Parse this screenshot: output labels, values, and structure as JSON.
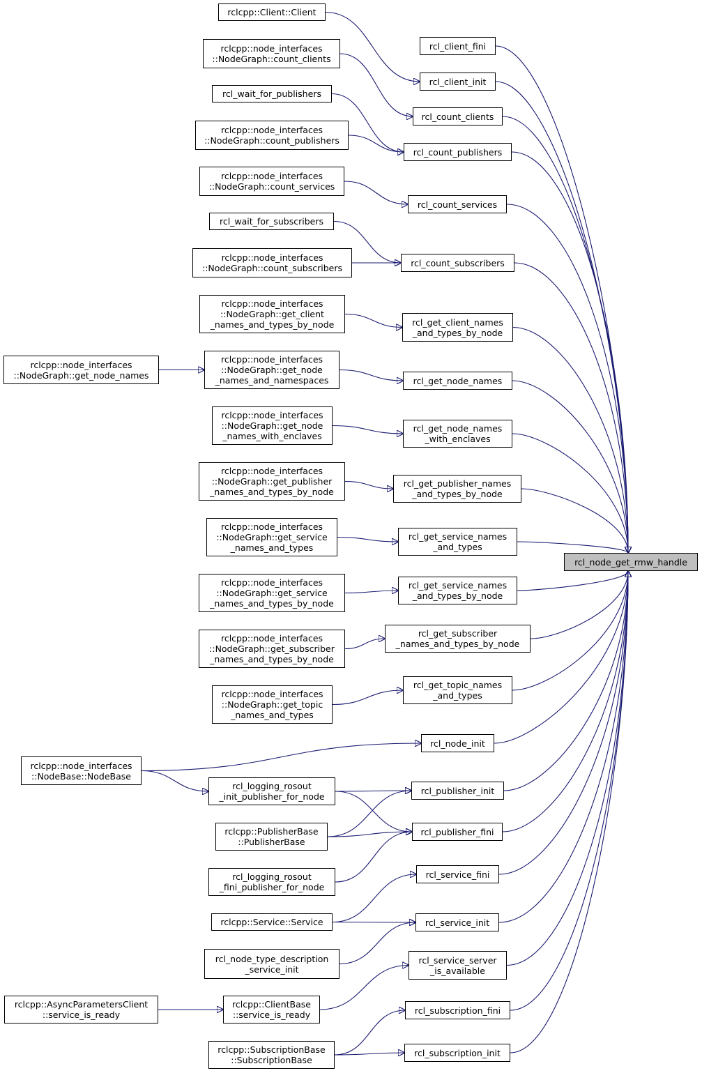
{
  "diagram": {
    "colors": {
      "edge": "#191970",
      "node_border": "#000000",
      "node_fill": "#ffffff",
      "target_fill": "#bfbfbf"
    },
    "target": {
      "label": "rcl_node_get_rmw_handle"
    },
    "nodes": {
      "client_ctor": [
        "rclcpp::Client::Client"
      ],
      "ng_count_clients": [
        "rclcpp::node_interfaces",
        "::NodeGraph::count_clients"
      ],
      "wait_for_publishers": [
        "rcl_wait_for_publishers"
      ],
      "ng_count_publishers": [
        "rclcpp::node_interfaces",
        "::NodeGraph::count_publishers"
      ],
      "ng_count_services": [
        "rclcpp::node_interfaces",
        "::NodeGraph::count_services"
      ],
      "wait_for_subscribers": [
        "rcl_wait_for_subscribers"
      ],
      "ng_count_subscribers": [
        "rclcpp::node_interfaces",
        "::NodeGraph::count_subscribers"
      ],
      "ng_get_client_names": [
        "rclcpp::node_interfaces",
        "::NodeGraph::get_client",
        "_names_and_types_by_node"
      ],
      "ng_get_node_names": [
        "rclcpp::node_interfaces",
        "::NodeGraph::get_node_names"
      ],
      "ng_get_node_names_ns": [
        "rclcpp::node_interfaces",
        "::NodeGraph::get_node",
        "_names_and_namespaces"
      ],
      "ng_get_node_names_enc": [
        "rclcpp::node_interfaces",
        "::NodeGraph::get_node",
        "_names_with_enclaves"
      ],
      "ng_get_pub_names": [
        "rclcpp::node_interfaces",
        "::NodeGraph::get_publisher",
        "_names_and_types_by_node"
      ],
      "ng_get_srv_names": [
        "rclcpp::node_interfaces",
        "::NodeGraph::get_service",
        "_names_and_types"
      ],
      "ng_get_srv_names_node": [
        "rclcpp::node_interfaces",
        "::NodeGraph::get_service",
        "_names_and_types_by_node"
      ],
      "ng_get_sub_names": [
        "rclcpp::node_interfaces",
        "::NodeGraph::get_subscriber",
        "_names_and_types_by_node"
      ],
      "ng_get_topic_names": [
        "rclcpp::node_interfaces",
        "::NodeGraph::get_topic",
        "_names_and_types"
      ],
      "nodebase": [
        "rclcpp::node_interfaces",
        "::NodeBase::NodeBase"
      ],
      "rosout_init": [
        "rcl_logging_rosout",
        "_init_publisher_for_node"
      ],
      "publisherbase": [
        "rclcpp::PublisherBase",
        "::PublisherBase"
      ],
      "rosout_fini": [
        "rcl_logging_rosout",
        "_fini_publisher_for_node"
      ],
      "service_ctor": [
        "rclcpp::Service::Service"
      ],
      "type_desc_init": [
        "rcl_node_type_description",
        "_service_init"
      ],
      "async_params": [
        "rclcpp::AsyncParametersClient",
        "::service_is_ready"
      ],
      "clientbase": [
        "rclcpp::ClientBase",
        "::service_is_ready"
      ],
      "subscriptionbase": [
        "rclcpp::SubscriptionBase",
        "::SubscriptionBase"
      ],
      "rcl_client_fini": [
        "rcl_client_fini"
      ],
      "rcl_client_init": [
        "rcl_client_init"
      ],
      "rcl_count_clients": [
        "rcl_count_clients"
      ],
      "rcl_count_publishers": [
        "rcl_count_publishers"
      ],
      "rcl_count_services": [
        "rcl_count_services"
      ],
      "rcl_count_subscribers": [
        "rcl_count_subscribers"
      ],
      "rcl_get_client_names": [
        "rcl_get_client_names",
        "_and_types_by_node"
      ],
      "rcl_get_node_names": [
        "rcl_get_node_names"
      ],
      "rcl_get_node_names_enc": [
        "rcl_get_node_names",
        "_with_enclaves"
      ],
      "rcl_get_pub_names": [
        "rcl_get_publisher_names",
        "_and_types_by_node"
      ],
      "rcl_get_srv_names": [
        "rcl_get_service_names",
        "_and_types"
      ],
      "rcl_get_srv_names_node": [
        "rcl_get_service_names",
        "_and_types_by_node"
      ],
      "rcl_get_sub_names": [
        "rcl_get_subscriber",
        "_names_and_types_by_node"
      ],
      "rcl_get_topic_names": [
        "rcl_get_topic_names",
        "_and_types"
      ],
      "rcl_node_init": [
        "rcl_node_init"
      ],
      "rcl_publisher_init": [
        "rcl_publisher_init"
      ],
      "rcl_publisher_fini": [
        "rcl_publisher_fini"
      ],
      "rcl_service_fini": [
        "rcl_service_fini"
      ],
      "rcl_service_init": [
        "rcl_service_init"
      ],
      "rcl_service_server_avail": [
        "rcl_service_server",
        "_is_available"
      ],
      "rcl_subscription_fini": [
        "rcl_subscription_fini"
      ],
      "rcl_subscription_init": [
        "rcl_subscription_init"
      ]
    },
    "edges": [
      [
        "rcl_client_fini",
        "target"
      ],
      [
        "rcl_client_init",
        "target"
      ],
      [
        "rcl_count_clients",
        "target"
      ],
      [
        "rcl_count_publishers",
        "target"
      ],
      [
        "rcl_count_services",
        "target"
      ],
      [
        "rcl_count_subscribers",
        "target"
      ],
      [
        "rcl_get_client_names",
        "target"
      ],
      [
        "rcl_get_node_names",
        "target"
      ],
      [
        "rcl_get_node_names_enc",
        "target"
      ],
      [
        "rcl_get_pub_names",
        "target"
      ],
      [
        "rcl_get_srv_names",
        "target"
      ],
      [
        "rcl_get_srv_names_node",
        "target"
      ],
      [
        "rcl_get_sub_names",
        "target"
      ],
      [
        "rcl_get_topic_names",
        "target"
      ],
      [
        "rcl_node_init",
        "target"
      ],
      [
        "rcl_publisher_init",
        "target"
      ],
      [
        "rcl_publisher_fini",
        "target"
      ],
      [
        "rcl_service_fini",
        "target"
      ],
      [
        "rcl_service_init",
        "target"
      ],
      [
        "rcl_service_server_avail",
        "target"
      ],
      [
        "rcl_subscription_fini",
        "target"
      ],
      [
        "rcl_subscription_init",
        "target"
      ],
      [
        "client_ctor",
        "rcl_client_init"
      ],
      [
        "ng_count_clients",
        "rcl_count_clients"
      ],
      [
        "wait_for_publishers",
        "rcl_count_publishers"
      ],
      [
        "ng_count_publishers",
        "rcl_count_publishers"
      ],
      [
        "ng_count_services",
        "rcl_count_services"
      ],
      [
        "wait_for_subscribers",
        "rcl_count_subscribers"
      ],
      [
        "ng_count_subscribers",
        "rcl_count_subscribers"
      ],
      [
        "ng_get_client_names",
        "rcl_get_client_names"
      ],
      [
        "ng_get_node_names",
        "ng_get_node_names_ns"
      ],
      [
        "ng_get_node_names_ns",
        "rcl_get_node_names"
      ],
      [
        "ng_get_node_names_enc",
        "rcl_get_node_names_enc"
      ],
      [
        "ng_get_pub_names",
        "rcl_get_pub_names"
      ],
      [
        "ng_get_srv_names",
        "rcl_get_srv_names"
      ],
      [
        "ng_get_srv_names_node",
        "rcl_get_srv_names_node"
      ],
      [
        "ng_get_sub_names",
        "rcl_get_sub_names"
      ],
      [
        "ng_get_topic_names",
        "rcl_get_topic_names"
      ],
      [
        "nodebase",
        "rcl_node_init"
      ],
      [
        "nodebase",
        "rosout_init"
      ],
      [
        "rosout_init",
        "rcl_publisher_init"
      ],
      [
        "rosout_init",
        "rcl_publisher_fini"
      ],
      [
        "publisherbase",
        "rcl_publisher_init"
      ],
      [
        "publisherbase",
        "rcl_publisher_fini"
      ],
      [
        "rosout_fini",
        "rcl_publisher_fini"
      ],
      [
        "service_ctor",
        "rcl_service_fini"
      ],
      [
        "service_ctor",
        "rcl_service_init"
      ],
      [
        "type_desc_init",
        "rcl_service_init"
      ],
      [
        "async_params",
        "clientbase"
      ],
      [
        "clientbase",
        "rcl_service_server_avail"
      ],
      [
        "subscriptionbase",
        "rcl_subscription_fini"
      ],
      [
        "subscriptionbase",
        "rcl_subscription_init"
      ]
    ]
  }
}
